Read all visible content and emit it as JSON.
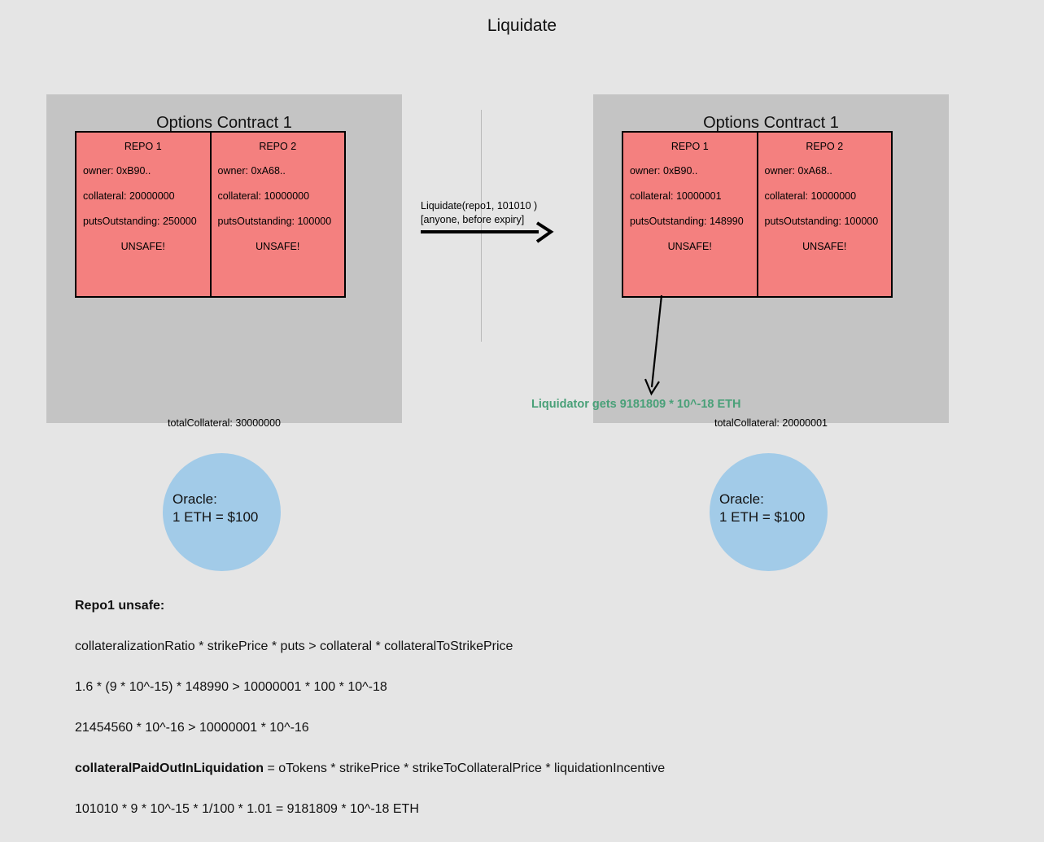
{
  "title": "Liquidate",
  "panels": {
    "before": {
      "heading": "Options Contract 1",
      "repos": [
        {
          "name": "REPO 1",
          "owner": "owner: 0xB90..",
          "collateral": "collateral: 20000000",
          "putsOutstanding": "putsOutstanding: 250000",
          "status": "UNSAFE!"
        },
        {
          "name": "REPO 2",
          "owner": "owner: 0xA68..",
          "collateral": "collateral: 10000000",
          "putsOutstanding": "putsOutstanding: 100000",
          "status": "UNSAFE!"
        }
      ],
      "total_collateral": "totalCollateral: 30000000"
    },
    "after": {
      "heading": "Options Contract 1",
      "repos": [
        {
          "name": "REPO 1",
          "owner": "owner: 0xB90..",
          "collateral": "collateral: 10000001",
          "putsOutstanding": "putsOutstanding: 148990",
          "status": "UNSAFE!"
        },
        {
          "name": "REPO 2",
          "owner": "owner: 0xA68..",
          "collateral": "collateral: 10000000",
          "putsOutstanding": "putsOutstanding: 100000",
          "status": "UNSAFE!"
        }
      ],
      "total_collateral": "totalCollateral: 20000001"
    }
  },
  "flow": {
    "call": "Liquidate(repo1, 101010 )",
    "condition": "[anyone, before expiry]"
  },
  "payout": {
    "text": "Liquidator gets 9181809 * 10^-18 ETH",
    "color": "#49a078"
  },
  "oracle_left": {
    "line1": "Oracle:",
    "line2": "1 ETH = $100"
  },
  "oracle_right": {
    "line1": "Oracle:",
    "line2": "1 ETH = $100"
  },
  "formulas": {
    "heading": "Repo1 unsafe:",
    "symbolic": "collateralizationRatio * strikePrice * puts > collateral * collateralToStrikePrice",
    "numeric1": "1.6 * (9 * 10^-15) * 148990 > 10000001 * 100 * 10^-18",
    "numeric2": "21454560 * 10^-16 > 10000001 * 10^-16",
    "payout_term": "collateralPaidOutInLiquidation",
    "payout_formula": " = oTokens * strikePrice * strikeToCollateralPrice * liquidationIncentive",
    "payout_numeric": "101010 * 9 * 10^-15 * 1/100 * 1.01 = 9181809 * 10^-18 ETH"
  },
  "colors": {
    "background": "#e5e5e5",
    "panel": "#c4c4c4",
    "repo": "#f4807f",
    "oracle": "#a2cbe8"
  }
}
